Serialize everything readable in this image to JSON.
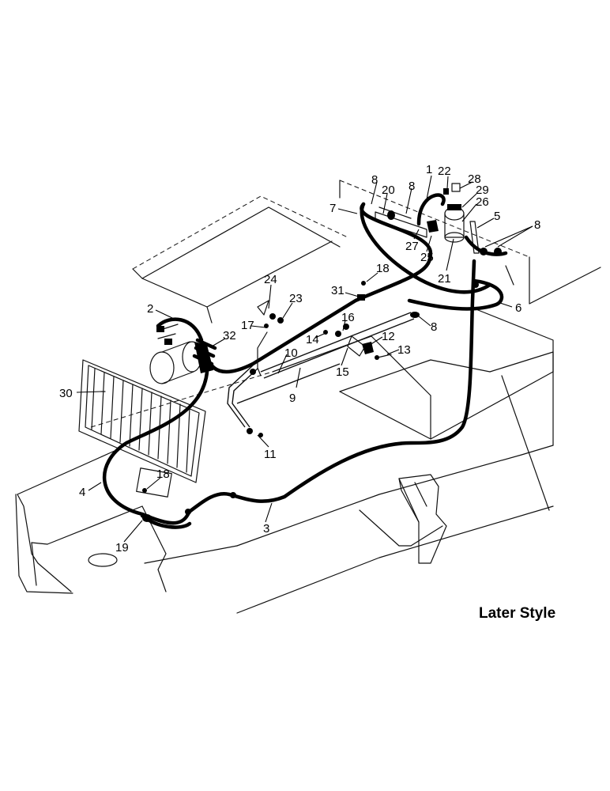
{
  "caption": "Later Style",
  "callouts": [
    {
      "id": "c1",
      "text": "1"
    },
    {
      "id": "c22",
      "text": "22"
    },
    {
      "id": "c28",
      "text": "28"
    },
    {
      "id": "c8a",
      "text": "8"
    },
    {
      "id": "c20",
      "text": "20"
    },
    {
      "id": "c8b",
      "text": "8"
    },
    {
      "id": "c29",
      "text": "29"
    },
    {
      "id": "c26",
      "text": "26"
    },
    {
      "id": "c7",
      "text": "7"
    },
    {
      "id": "c5",
      "text": "5"
    },
    {
      "id": "c8c",
      "text": "8"
    },
    {
      "id": "c27",
      "text": "27"
    },
    {
      "id": "c25",
      "text": "25"
    },
    {
      "id": "c21",
      "text": "21"
    },
    {
      "id": "c18a",
      "text": "18"
    },
    {
      "id": "c24",
      "text": "24"
    },
    {
      "id": "c23",
      "text": "23"
    },
    {
      "id": "c31",
      "text": "31"
    },
    {
      "id": "c6",
      "text": "6"
    },
    {
      "id": "c2",
      "text": "2"
    },
    {
      "id": "c17",
      "text": "17"
    },
    {
      "id": "c32",
      "text": "32"
    },
    {
      "id": "c16",
      "text": "16"
    },
    {
      "id": "c8d",
      "text": "8"
    },
    {
      "id": "c14",
      "text": "14"
    },
    {
      "id": "c12",
      "text": "12"
    },
    {
      "id": "c10",
      "text": "10"
    },
    {
      "id": "c13",
      "text": "13"
    },
    {
      "id": "c15",
      "text": "15"
    },
    {
      "id": "c9",
      "text": "9"
    },
    {
      "id": "c30",
      "text": "30"
    },
    {
      "id": "c11",
      "text": "11"
    },
    {
      "id": "c18b",
      "text": "18"
    },
    {
      "id": "c4",
      "text": "4"
    },
    {
      "id": "c3",
      "text": "3"
    },
    {
      "id": "c19",
      "text": "19"
    }
  ]
}
